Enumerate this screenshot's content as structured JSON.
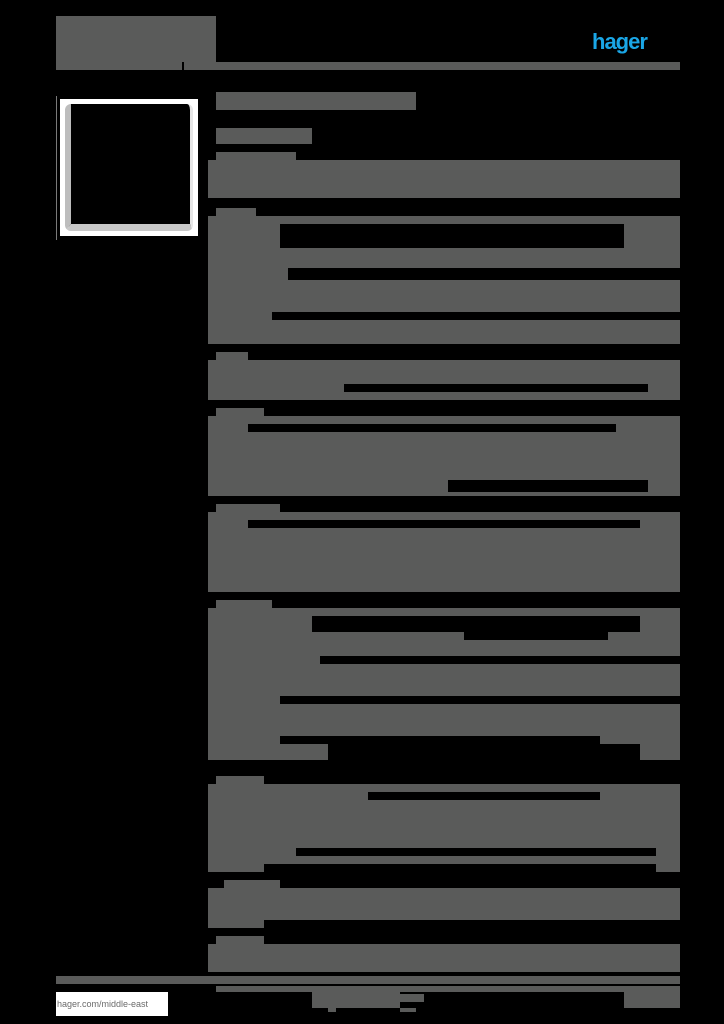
{
  "header": {
    "brand_logo_text": "hager",
    "brand_color": "#1aa6e6",
    "title_redacted": true
  },
  "product_image": {
    "alt_redacted": true
  },
  "content": {
    "redaction_color": "#5a5b5a",
    "sections_redacted": 11
  },
  "footer": {
    "url": "hager.com/middle-east"
  },
  "blocks": [
    [
      56,
      16,
      160,
      46
    ],
    [
      56,
      62,
      126,
      8
    ],
    [
      184,
      62,
      496,
      8
    ],
    [
      216,
      92,
      200,
      18
    ],
    [
      216,
      128,
      96,
      16
    ],
    [
      216,
      152,
      80,
      8
    ],
    [
      208,
      160,
      472,
      38
    ],
    [
      216,
      208,
      40,
      8
    ],
    [
      208,
      216,
      472,
      8
    ],
    [
      208,
      224,
      72,
      32
    ],
    [
      208,
      232,
      8,
      4
    ],
    [
      624,
      224,
      56,
      32
    ],
    [
      208,
      256,
      472,
      12
    ],
    [
      280,
      248,
      344,
      8
    ],
    [
      208,
      268,
      80,
      12
    ],
    [
      208,
      280,
      472,
      32
    ],
    [
      208,
      312,
      64,
      8
    ],
    [
      208,
      320,
      472,
      24
    ],
    [
      216,
      352,
      32,
      8
    ],
    [
      208,
      360,
      472,
      24
    ],
    [
      208,
      384,
      136,
      8
    ],
    [
      648,
      384,
      32,
      8
    ],
    [
      208,
      392,
      472,
      8
    ],
    [
      216,
      408,
      48,
      8
    ],
    [
      208,
      416,
      472,
      8
    ],
    [
      208,
      424,
      40,
      8
    ],
    [
      616,
      416,
      64,
      16
    ],
    [
      208,
      432,
      472,
      48
    ],
    [
      208,
      480,
      240,
      12
    ],
    [
      648,
      480,
      32,
      12
    ],
    [
      208,
      492,
      472,
      4
    ],
    [
      216,
      504,
      64,
      8
    ],
    [
      208,
      512,
      472,
      8
    ],
    [
      208,
      520,
      40,
      8
    ],
    [
      640,
      520,
      40,
      8
    ],
    [
      208,
      528,
      472,
      64
    ],
    [
      216,
      600,
      56,
      8
    ],
    [
      208,
      608,
      472,
      8
    ],
    [
      208,
      616,
      104,
      16
    ],
    [
      640,
      616,
      40,
      16
    ],
    [
      208,
      632,
      256,
      8
    ],
    [
      608,
      632,
      72,
      8
    ],
    [
      208,
      640,
      472,
      16
    ],
    [
      208,
      656,
      112,
      8
    ],
    [
      216,
      664,
      64,
      8
    ],
    [
      208,
      664,
      472,
      24
    ],
    [
      208,
      688,
      472,
      8
    ],
    [
      208,
      696,
      72,
      8
    ],
    [
      208,
      704,
      472,
      32
    ],
    [
      208,
      736,
      72,
      8
    ],
    [
      600,
      736,
      80,
      8
    ],
    [
      208,
      744,
      120,
      16
    ],
    [
      640,
      744,
      40,
      16
    ],
    [
      216,
      776,
      48,
      8
    ],
    [
      208,
      784,
      472,
      8
    ],
    [
      208,
      792,
      160,
      8
    ],
    [
      600,
      792,
      80,
      8
    ],
    [
      208,
      800,
      472,
      48
    ],
    [
      208,
      848,
      88,
      8
    ],
    [
      656,
      848,
      24,
      8
    ],
    [
      208,
      856,
      472,
      8
    ],
    [
      208,
      864,
      56,
      8
    ],
    [
      656,
      864,
      24,
      8
    ],
    [
      224,
      880,
      56,
      8
    ],
    [
      208,
      888,
      472,
      32
    ],
    [
      208,
      920,
      56,
      8
    ],
    [
      216,
      936,
      48,
      8
    ],
    [
      208,
      944,
      472,
      28
    ],
    [
      216,
      986,
      464,
      6
    ],
    [
      56,
      976,
      624,
      8
    ],
    [
      312,
      992,
      88,
      16
    ],
    [
      400,
      994,
      24,
      8
    ],
    [
      328,
      1008,
      8,
      4
    ],
    [
      400,
      1008,
      16,
      4
    ],
    [
      624,
      992,
      56,
      16
    ]
  ]
}
